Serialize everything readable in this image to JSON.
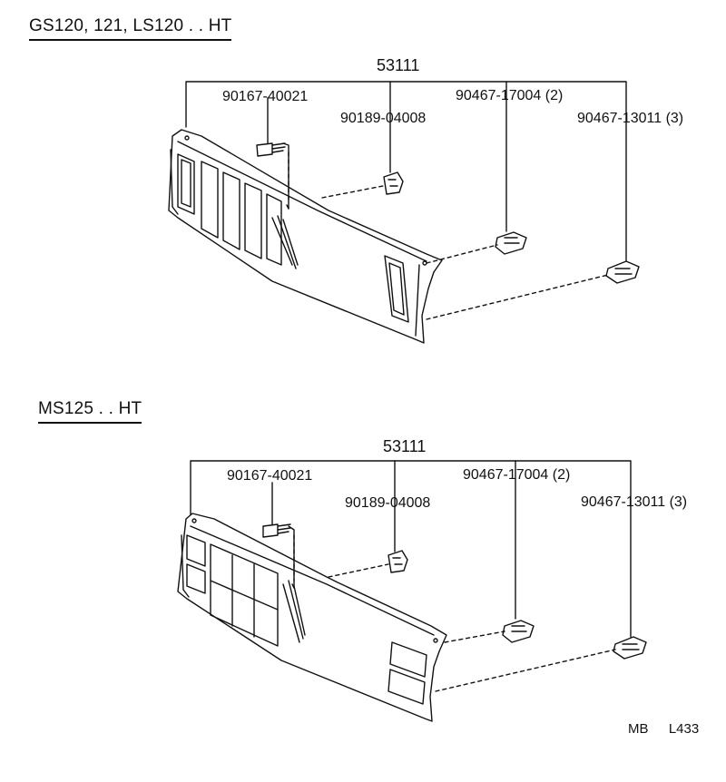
{
  "sections": [
    {
      "title": "GS120, 121, LS120 . . HT",
      "assembly": "53111",
      "parts": [
        "90167-40021",
        "90189-04008",
        "90467-17004 (2)",
        "90467-13011 (3)"
      ]
    },
    {
      "title": "MS125 . . HT",
      "assembly": "53111",
      "parts": [
        "90167-40021",
        "90189-04008",
        "90467-17004 (2)",
        "90467-13011 (3)"
      ]
    }
  ],
  "footer": {
    "left": "MB",
    "right": "L433"
  },
  "colors": {
    "ink": "#111111",
    "paper": "#ffffff"
  }
}
